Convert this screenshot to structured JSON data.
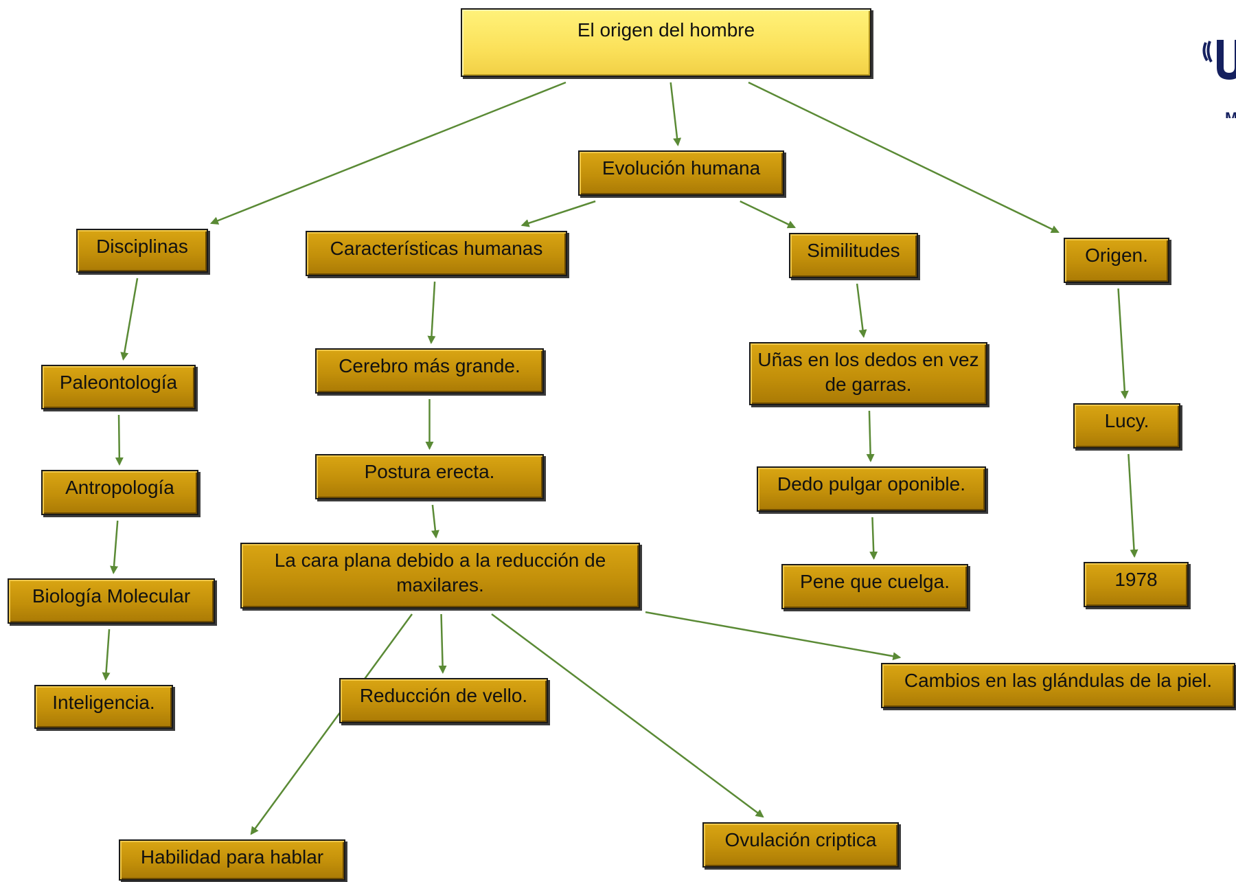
{
  "colors": {
    "box_fill": "#c3900a",
    "root_fill": "#fbe15a",
    "arrow": "#5a8a35",
    "logo": "#15205f"
  },
  "logo": {
    "text": "M"
  },
  "nodes": {
    "root": "El origen del hombre",
    "evolucion": "Evolución humana",
    "disciplinas": "Disciplinas",
    "caracteristicas": "Características humanas",
    "similitudes": "Similitudes",
    "origen": "Origen.",
    "paleontologia": "Paleontología",
    "antropologia": "Antropología",
    "biologia": "Biología Molecular",
    "inteligencia": "Inteligencia.",
    "cerebro": "Cerebro más grande.",
    "postura": "Postura erecta.",
    "cara": "La cara plana debido a la reducción de maxilares.",
    "vello": "Reducción de vello.",
    "hablar": "Habilidad para hablar",
    "ovulacion": "Ovulación criptica",
    "glandulas": "Cambios en las glándulas de la piel.",
    "unas": "Uñas en los dedos en vez de garras.",
    "pulgar": "Dedo pulgar oponible.",
    "pene": "Pene que cuelga.",
    "lucy": "Lucy.",
    "anio": "1978"
  },
  "edges": [
    [
      "root",
      "disciplinas"
    ],
    [
      "root",
      "evolucion"
    ],
    [
      "root",
      "origen"
    ],
    [
      "evolucion",
      "caracteristicas"
    ],
    [
      "evolucion",
      "similitudes"
    ],
    [
      "disciplinas",
      "paleontologia"
    ],
    [
      "paleontologia",
      "antropologia"
    ],
    [
      "antropologia",
      "biologia"
    ],
    [
      "biologia",
      "inteligencia"
    ],
    [
      "caracteristicas",
      "cerebro"
    ],
    [
      "cerebro",
      "postura"
    ],
    [
      "postura",
      "cara"
    ],
    [
      "cara",
      "vello"
    ],
    [
      "cara",
      "hablar"
    ],
    [
      "cara",
      "ovulacion"
    ],
    [
      "cara",
      "glandulas"
    ],
    [
      "similitudes",
      "unas"
    ],
    [
      "unas",
      "pulgar"
    ],
    [
      "pulgar",
      "pene"
    ],
    [
      "origen",
      "lucy"
    ],
    [
      "lucy",
      "anio"
    ]
  ]
}
